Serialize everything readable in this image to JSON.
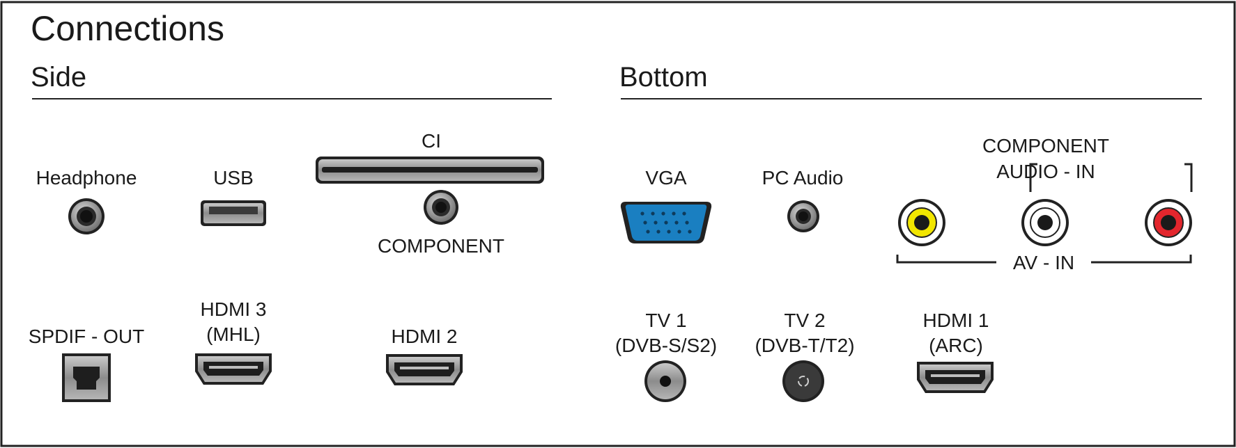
{
  "title": "Connections",
  "sections": {
    "side": "Side",
    "bottom": "Bottom"
  },
  "labels": {
    "headphone": "Headphone",
    "usb": "USB",
    "ci": "CI",
    "component": "COMPONENT",
    "spdif_out": "SPDIF - OUT",
    "hdmi3_l1": "HDMI 3",
    "hdmi3_l2": "(MHL)",
    "hdmi2": "HDMI 2",
    "vga": "VGA",
    "pc_audio": "PC Audio",
    "component_audio_l1": "COMPONENT",
    "component_audio_l2": "AUDIO - IN",
    "av_in": "AV - IN",
    "tv1_l1": "TV 1",
    "tv1_l2": "(DVB-S/S2)",
    "tv2_l1": "TV 2",
    "tv2_l2": "(DVB-T/T2)",
    "hdmi1_l1": "HDMI 1",
    "hdmi1_l2": "(ARC)"
  },
  "colors": {
    "vga": "#1a7fc1",
    "rca_video": "#f2e600",
    "rca_white": "#ffffff",
    "rca_red": "#e3262d",
    "metal": "#9a9a9a"
  }
}
